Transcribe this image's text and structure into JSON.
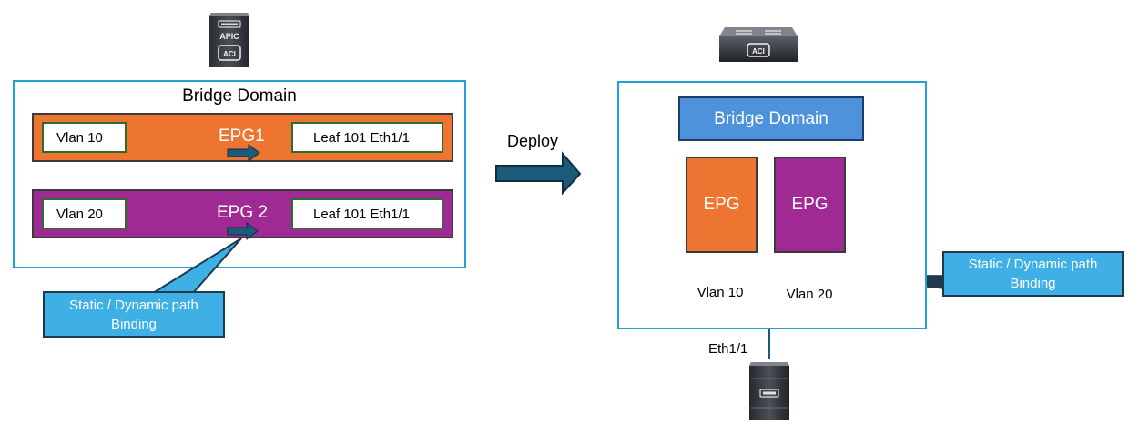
{
  "left": {
    "bridge_domain_title": "Bridge Domain",
    "apic_icon_label": "APIC",
    "apic_icon_sub": "ACI",
    "rows": [
      {
        "vlan": "Vlan 10",
        "epg": "EPG1",
        "leaf": "Leaf 101 Eth1/1",
        "color": "#ed7531"
      },
      {
        "vlan": "Vlan 20",
        "epg": "EPG 2",
        "leaf": "Leaf 101 Eth1/1",
        "color": "#9f2a93"
      }
    ],
    "callout_line1": "Static / Dynamic path",
    "callout_line2": "Binding"
  },
  "middle": {
    "deploy_label": "Deploy"
  },
  "right": {
    "switch_icon_label": "ACI",
    "bridge_domain_label": "Bridge Domain",
    "epgs": [
      {
        "label": "EPG",
        "vlan": "Vlan 10",
        "color": "#ed7531"
      },
      {
        "label": "EPG",
        "vlan": "Vlan 20",
        "color": "#9f2a93"
      }
    ],
    "callout_line1": "Static / Dynamic path",
    "callout_line2": "Binding",
    "port_label": "Eth1/1"
  },
  "colors": {
    "frame_border": "#1fa0d8",
    "arrow": "#1b5a7a",
    "callout": "#3eb0e6",
    "bd_blue": "#4e92dc"
  }
}
